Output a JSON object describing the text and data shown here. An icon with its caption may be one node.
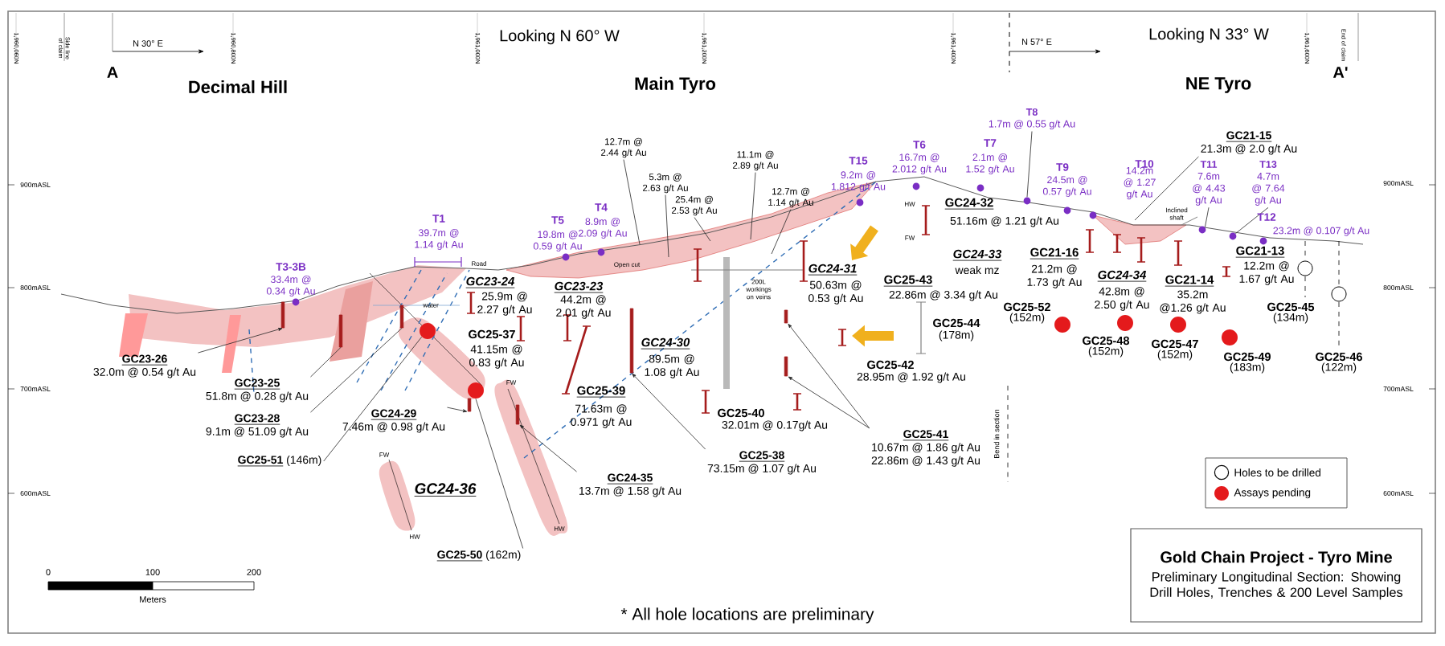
{
  "diagram": {
    "nodes": [
      {
        "text": [
          "GC23-26",
          "32.0m @ 0.54 g/t Au"
        ]
      },
      {
        "text": [],
        "shape": "bar"
      },
      {
        "text": [
          "GC23-25",
          "51.8m @ 0.28 g/t Au"
        ]
      },
      {
        "text": [],
        "shape": "bar"
      },
      {
        "text": [
          "GC23-28",
          "9.1m @ 51.09 g/t Au"
        ]
      },
      {
        "text": [],
        "shape": "bar"
      },
      {
        "text": [
          "GC25-51",
          "(146m)"
        ]
      },
      {
        "text": [],
        "shape": "circle"
      },
      {
        "text": [
          "GC24-29",
          "7.46m @ 0.98 g/t Au"
        ]
      },
      {
        "text": [],
        "shape": "bar"
      },
      {
        "text": [
          "GC25-50",
          "(162m)"
        ]
      },
      {
        "text": [],
        "shape": "circle"
      },
      {
        "text": [
          "GC24-35",
          "13.7m @ 1.58 g/t Au"
        ]
      },
      {
        "text": [],
        "shape": "bar"
      },
      {
        "text": [
          "GC25-38",
          "73.15m @ 1.07 g/t Au"
        ]
      },
      {
        "text": [],
        "shape": "bar"
      },
      {
        "text": [
          "GC25-41",
          "10.67m @ 1.86 g/t Au",
          "22.86m @ 1.43 g/t Au"
        ]
      },
      {
        "text": [],
        "shape": "bar"
      },
      {
        "text": [],
        "shape": "bar"
      },
      {
        "text": [
          "GC21-15",
          "21.3m @ 2.0 g/t Au"
        ]
      },
      {
        "text": [
          "12.7m @ 2.44 g/t Au"
        ]
      },
      {
        "text": [
          "5.3m @ 2.63 g/t Au"
        ]
      },
      {
        "text": [
          "25.4m @ 2.53 g/t Au"
        ]
      },
      {
        "text": [
          "11.1m @ 2.89 g/t Au"
        ]
      },
      {
        "text": [
          "12.7m @ 1.14 g/t Au"
        ]
      },
      {
        "text": [
          "T8",
          "1.7m @ 0.55 g/t Au"
        ]
      },
      {
        "text": [],
        "shape": "circle"
      },
      {
        "text": [
          "T11",
          "7.6m @ 4.43 g/t Au"
        ]
      },
      {
        "text": [],
        "shape": "circle"
      },
      {
        "text": [
          "T13",
          "4.7m @ 7.64 g/t Au"
        ]
      },
      {
        "text": [],
        "shape": "circle"
      },
      {
        "text": [
          "Gold Chain Project - Tyro Mine",
          "Preliminary Longitudinal Section: Showing Drill Holes, Trenches & 200 Level Samples"
        ]
      }
    ],
    "edges": [
      {
        "from": 0,
        "to": 1,
        "arrow": "to"
      },
      {
        "from": 2,
        "to": 3,
        "arrow": "none"
      },
      {
        "from": 4,
        "to": 5,
        "arrow": "none"
      },
      {
        "from": 6,
        "to": 7,
        "arrow": "none"
      },
      {
        "from": 8,
        "to": 9,
        "arrow": "to"
      },
      {
        "from": 10,
        "to": 11,
        "arrow": "none"
      },
      {
        "from": 12,
        "to": 13,
        "arrow": "to"
      },
      {
        "from": 14,
        "to": 15,
        "arrow": "to"
      },
      {
        "from": 16,
        "to": 17,
        "arrow": "to"
      },
      {
        "from": 16,
        "to": 18,
        "arrow": "to"
      },
      {
        "from": 19,
        "to": null,
        "arrow": "none"
      },
      {
        "from": 20,
        "to": null,
        "arrow": "none"
      },
      {
        "from": 21,
        "to": null,
        "arrow": "none"
      },
      {
        "from": 22,
        "to": null,
        "arrow": "none"
      },
      {
        "from": 23,
        "to": null,
        "arrow": "none"
      },
      {
        "from": 24,
        "to": null,
        "arrow": "none"
      },
      {
        "from": 25,
        "to": 26,
        "arrow": "none"
      },
      {
        "from": 27,
        "to": 28,
        "arrow": "none"
      },
      {
        "from": 29,
        "to": 30,
        "arrow": "none"
      }
    ],
    "labels": [
      "1,960,060N",
      "Side line of claim",
      "N 30° E",
      "1,960,800N",
      "1,961,000N",
      "Looking N 60° W",
      "1,961,200N",
      "1,961,400N",
      "N 57° E",
      "Looking N 33° W",
      "1,961,600N",
      "End of claim",
      "A",
      "A'",
      "Decimal Hill",
      "Main Tyro",
      "NE Tyro",
      "T6",
      "16.7m @ 2.012 g/t Au",
      "T7",
      "2.1m @ 1.52 g/t Au",
      "T15",
      "9.2m @ 1.812 g/t Au",
      "T10",
      "14.2m @ 1.27 g/t Au",
      "T9",
      "24.5m @ 0.57 g/t Au",
      "900mASL",
      "900mASL",
      "T1",
      "39.7m @ 1.14 g/t Au",
      "T4",
      "8.9m @ 2.09 g/t Au",
      "T5",
      "19.8m @ 0.59 g/t Au",
      "T12",
      "23.2m @ 0.107 g/t Au",
      "GC24-32",
      "51.16m @ 1.21 g/t Au",
      "HW",
      "FW",
      "Inclined shaft",
      "T3-3B",
      "Road",
      "Open cut",
      "33.4m @ 0.34 g/t Au",
      "200L workings on veins",
      "GC24-33",
      "weak mz",
      "GC21-16",
      "21.2m @ 1.73 g/t Au",
      "GC21-13",
      "12.2m @ 1.67 g/t Au",
      "GC24-31",
      "50.63m @ 0.53 g/t Au",
      "GC25-43",
      "22.86m @ 3.34 g/t Au",
      "GC24-34",
      "42.8m @ 2.50 g/t Au",
      "GC21-14",
      "35.2m @1.26 g/t Au",
      "GC23-24",
      "25.9m @ 2.27 g/t Au",
      "GC23-23",
      "44.2m @ 2.01 g/t Au",
      "800mASL",
      "800mASL",
      "water",
      "GC25-52",
      "(152m)",
      "GC25-45",
      "(134m)",
      "GC25-37",
      "41.15m @ 0.83 g/t Au",
      "GC24-30",
      "89.5m @ 1.08 g/t Au",
      "GC25-42",
      "28.95m @ 1.92 g/t Au",
      "GC25-44",
      "(178m)",
      "GC25-48",
      "(152m)",
      "GC25-47",
      "(152m)",
      "GC25-49",
      "(183m)",
      "GC25-46",
      "(122m)",
      "FW",
      "700mASL",
      "700mASL",
      "GC25-39",
      "71.63m @ 0.971 g/t Au",
      "GC25-40",
      "32.01m @ 0.17g/t Au",
      "Bend in section",
      "FW",
      "GC24-36",
      "600mASL",
      "600mASL",
      "HW",
      "HW",
      "0",
      "100",
      "200",
      "Meters",
      "* All hole locations are preliminary"
    ],
    "legend": [
      {
        "text": "Holes to be drilled"
      },
      {
        "text": "Assays pending",
        "color": "#e41a1c"
      }
    ]
  }
}
